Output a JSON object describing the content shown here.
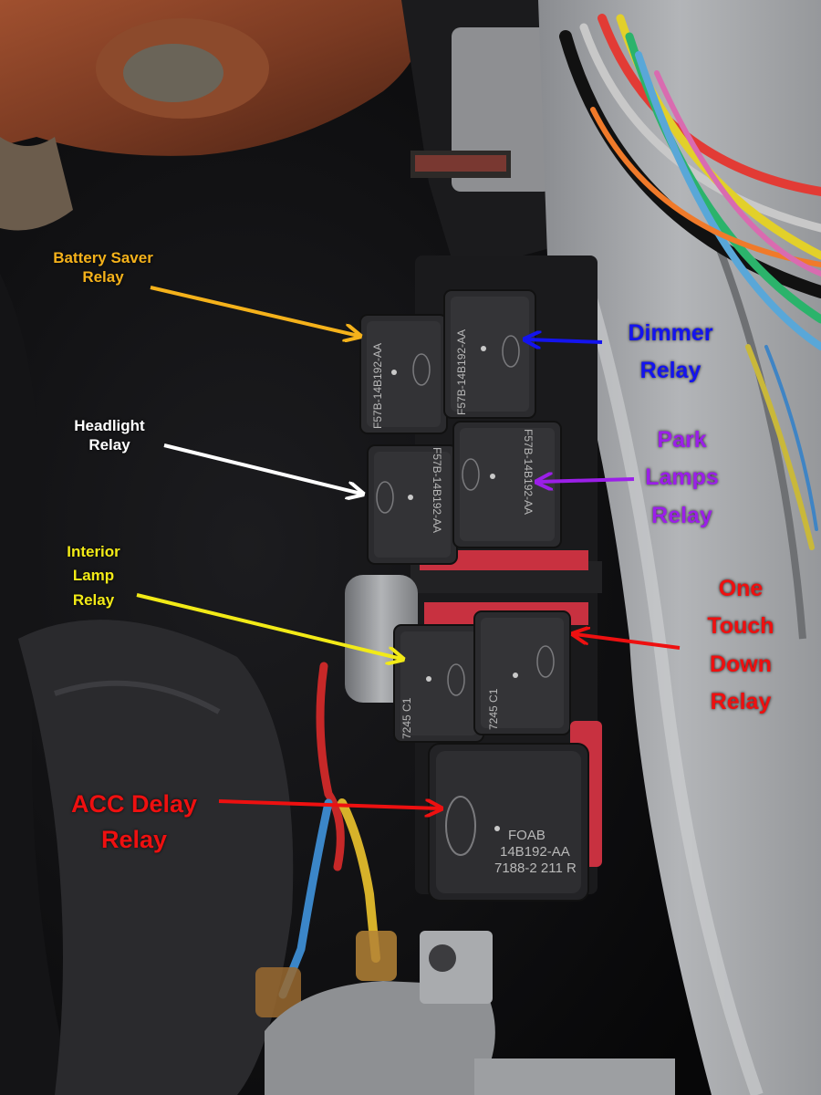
{
  "labels": {
    "battery_saver": {
      "line1": "Battery Saver",
      "line2": "Relay",
      "color": "#f5b21b"
    },
    "dimmer": {
      "line1": "Dimmer",
      "line2": "Relay",
      "color": "#1414ee"
    },
    "headlight": {
      "line1": "Headlight",
      "line2": "Relay",
      "color": "#ffffff"
    },
    "park_lamps": {
      "line1": "Park",
      "line2": "Lamps",
      "line3": "Relay",
      "color": "#9b1fe8"
    },
    "interior_lamp": {
      "line1": "Interior",
      "line2": "Lamp",
      "line3": "Relay",
      "color": "#f2ea17"
    },
    "one_touch_down": {
      "line1": "One",
      "line2": "Touch",
      "line3": "Down",
      "line4": "Relay",
      "color": "#ee1010"
    },
    "acc_delay": {
      "line1": "ACC Delay",
      "line2": "Relay",
      "color": "#ee1010"
    }
  },
  "relay_markings": {
    "small_relay": {
      "code": "F57B-14B192-AA",
      "date": "7245 C1"
    },
    "acc_relay": {
      "line1": "FOAB",
      "line2": "14B192-AA",
      "line3": "7188-2 211 R"
    }
  }
}
